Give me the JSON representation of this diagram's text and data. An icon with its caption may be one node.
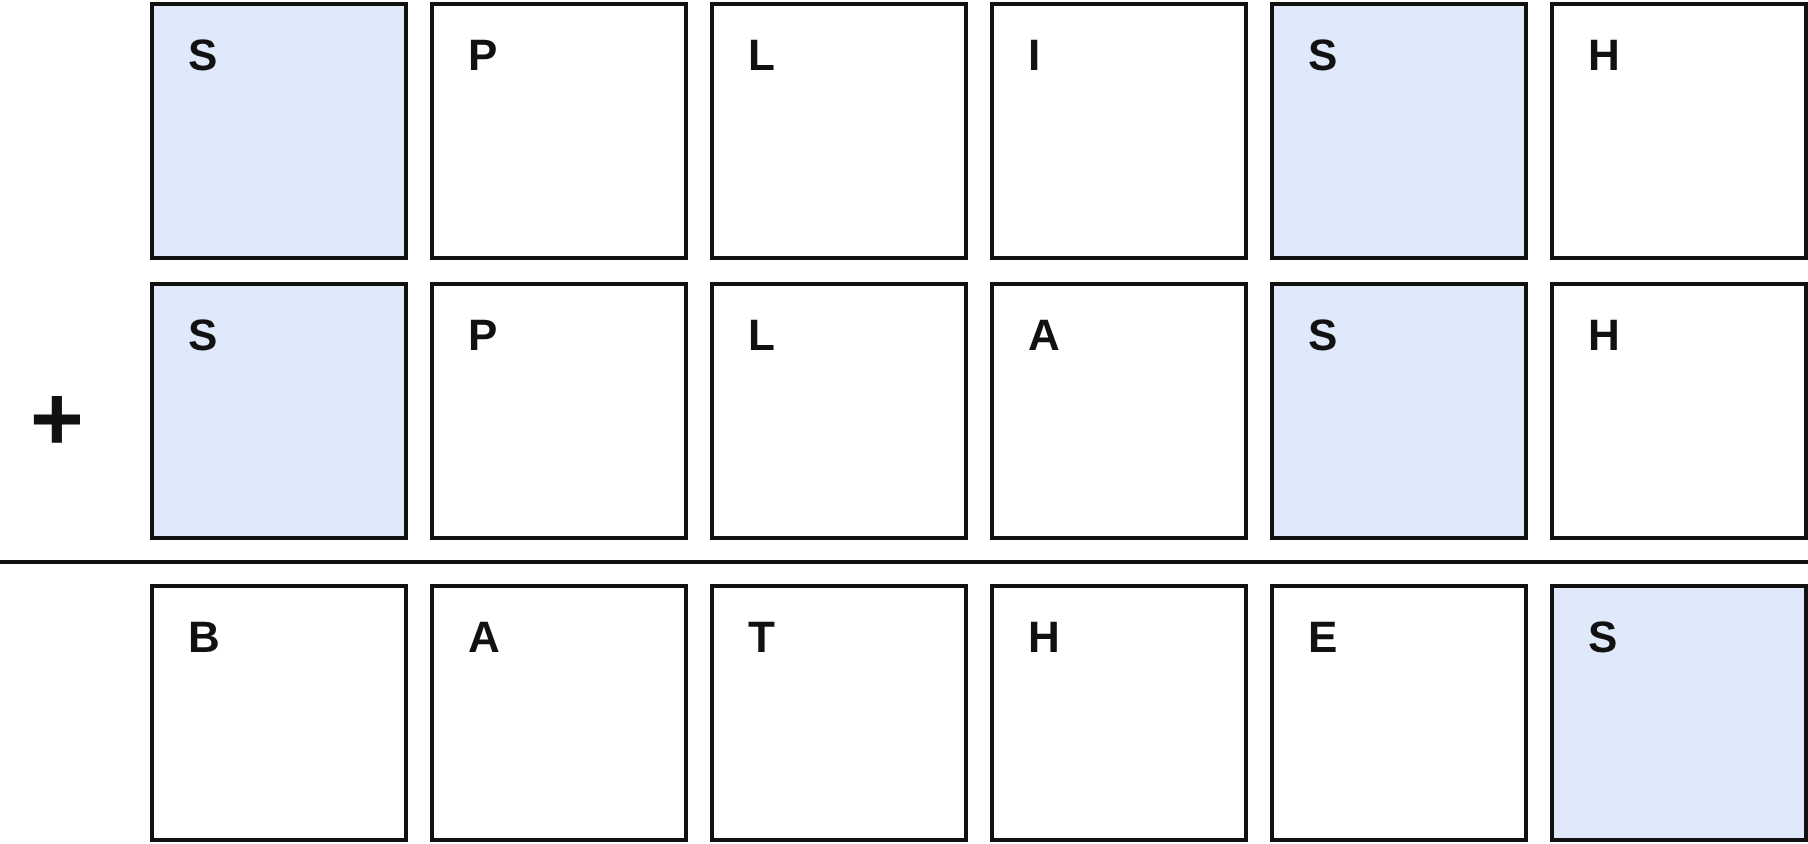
{
  "diagram": {
    "nodes": [
      {
        "text": [
          "S"
        ]
      },
      {
        "text": [
          "P"
        ]
      },
      {
        "text": [
          "L"
        ]
      },
      {
        "text": [
          "I"
        ]
      },
      {
        "text": [
          "S"
        ]
      },
      {
        "text": [
          "H"
        ]
      },
      {
        "text": [
          "S"
        ]
      },
      {
        "text": [
          "P"
        ]
      },
      {
        "text": [
          "L"
        ]
      },
      {
        "text": [
          "A"
        ]
      },
      {
        "text": [
          "S"
        ]
      },
      {
        "text": [
          "H"
        ]
      },
      {
        "text": [
          "B"
        ]
      },
      {
        "text": [
          "A"
        ]
      },
      {
        "text": [
          "T"
        ]
      },
      {
        "text": [
          "H"
        ]
      },
      {
        "text": [
          "E"
        ]
      },
      {
        "text": [
          "S"
        ]
      }
    ],
    "edges": [],
    "labels": [
      "+"
    ]
  }
}
